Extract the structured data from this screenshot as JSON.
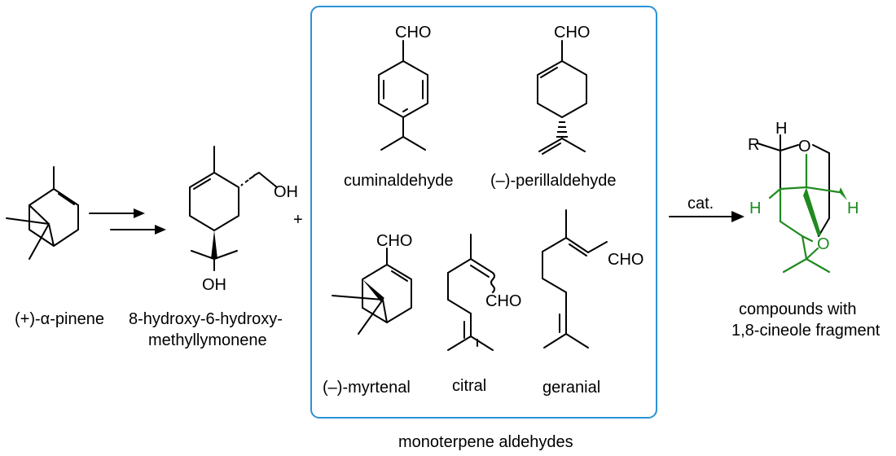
{
  "labels": {
    "alpha_pinene": "(+)-α-pinene",
    "hydroxy_line1": "8-hydroxy-6-hydroxy-",
    "hydroxy_line2": "methyllymonene",
    "plus": "+",
    "cuminaldehyde": "cuminaldehyde",
    "perillaldehyde": "(–)-perillaldehyde",
    "myrtenal": "(–)-myrtenal",
    "citral": "citral",
    "geranial": "geranial",
    "box_caption": "monoterpene aldehydes",
    "catalyst": "cat.",
    "product_line1": "compounds with",
    "product_line2": "1,8-cineole fragment"
  },
  "atoms": {
    "oh": "OH",
    "cho": "CHO",
    "o": "O",
    "h": "H",
    "r": "R"
  },
  "colors": {
    "box_border": "#2a93d5",
    "highlight": "#1f8a1f"
  }
}
